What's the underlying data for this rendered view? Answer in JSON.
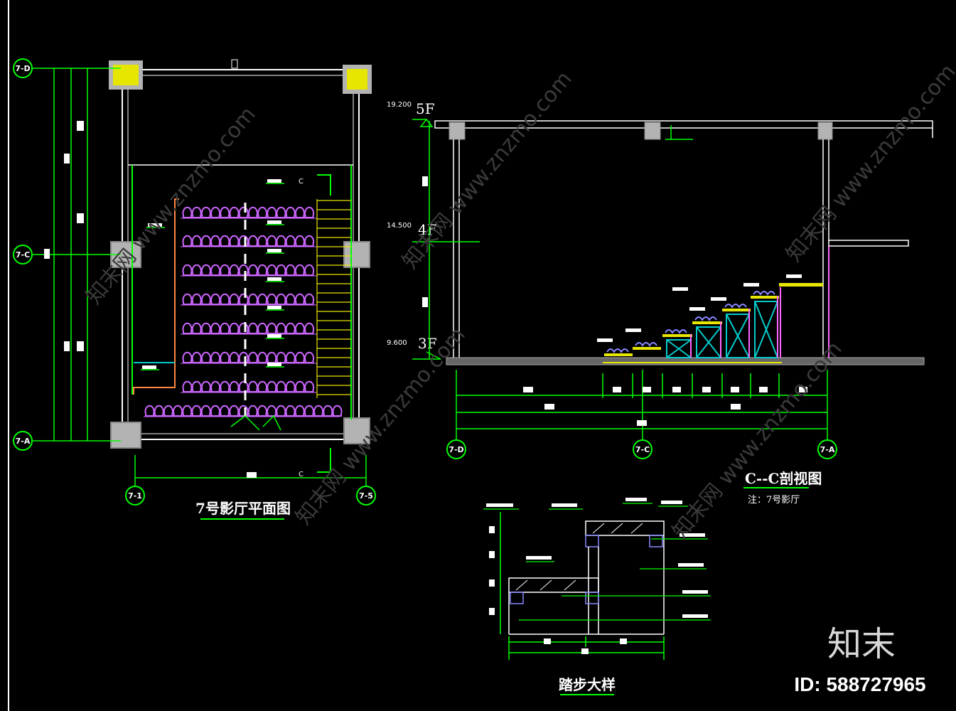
{
  "plan": {
    "title": "7号影厅平面图",
    "section_mark": "C",
    "axes": {
      "left_top": "7-D",
      "left_mid": "7-C",
      "left_bottom": "7-A",
      "bottom_left": "7-1",
      "bottom_right": "7-5"
    }
  },
  "section": {
    "title": "C--C剖视图",
    "note": "注：7号影厅",
    "levels": [
      {
        "floor": "5F",
        "elevation": "19.200"
      },
      {
        "floor": "4F",
        "elevation": "14.500"
      },
      {
        "floor": "3F",
        "elevation": "9.600"
      }
    ],
    "axes": {
      "left": "7-D",
      "mid": "7-C",
      "right": "7-A"
    }
  },
  "detail": {
    "title": "踏步大样"
  },
  "watermark": {
    "text": "知末网 www.znzmo.com"
  },
  "brand": {
    "logo": "知末",
    "id": "ID: 588727965"
  },
  "colors": {
    "bg": "#000000",
    "line": "#ffffff",
    "dim": "#00ff00",
    "seat": "#cc66ff",
    "column": "#b3b3b3",
    "column_fill": "#e6e600",
    "truss": "#00cccc"
  }
}
